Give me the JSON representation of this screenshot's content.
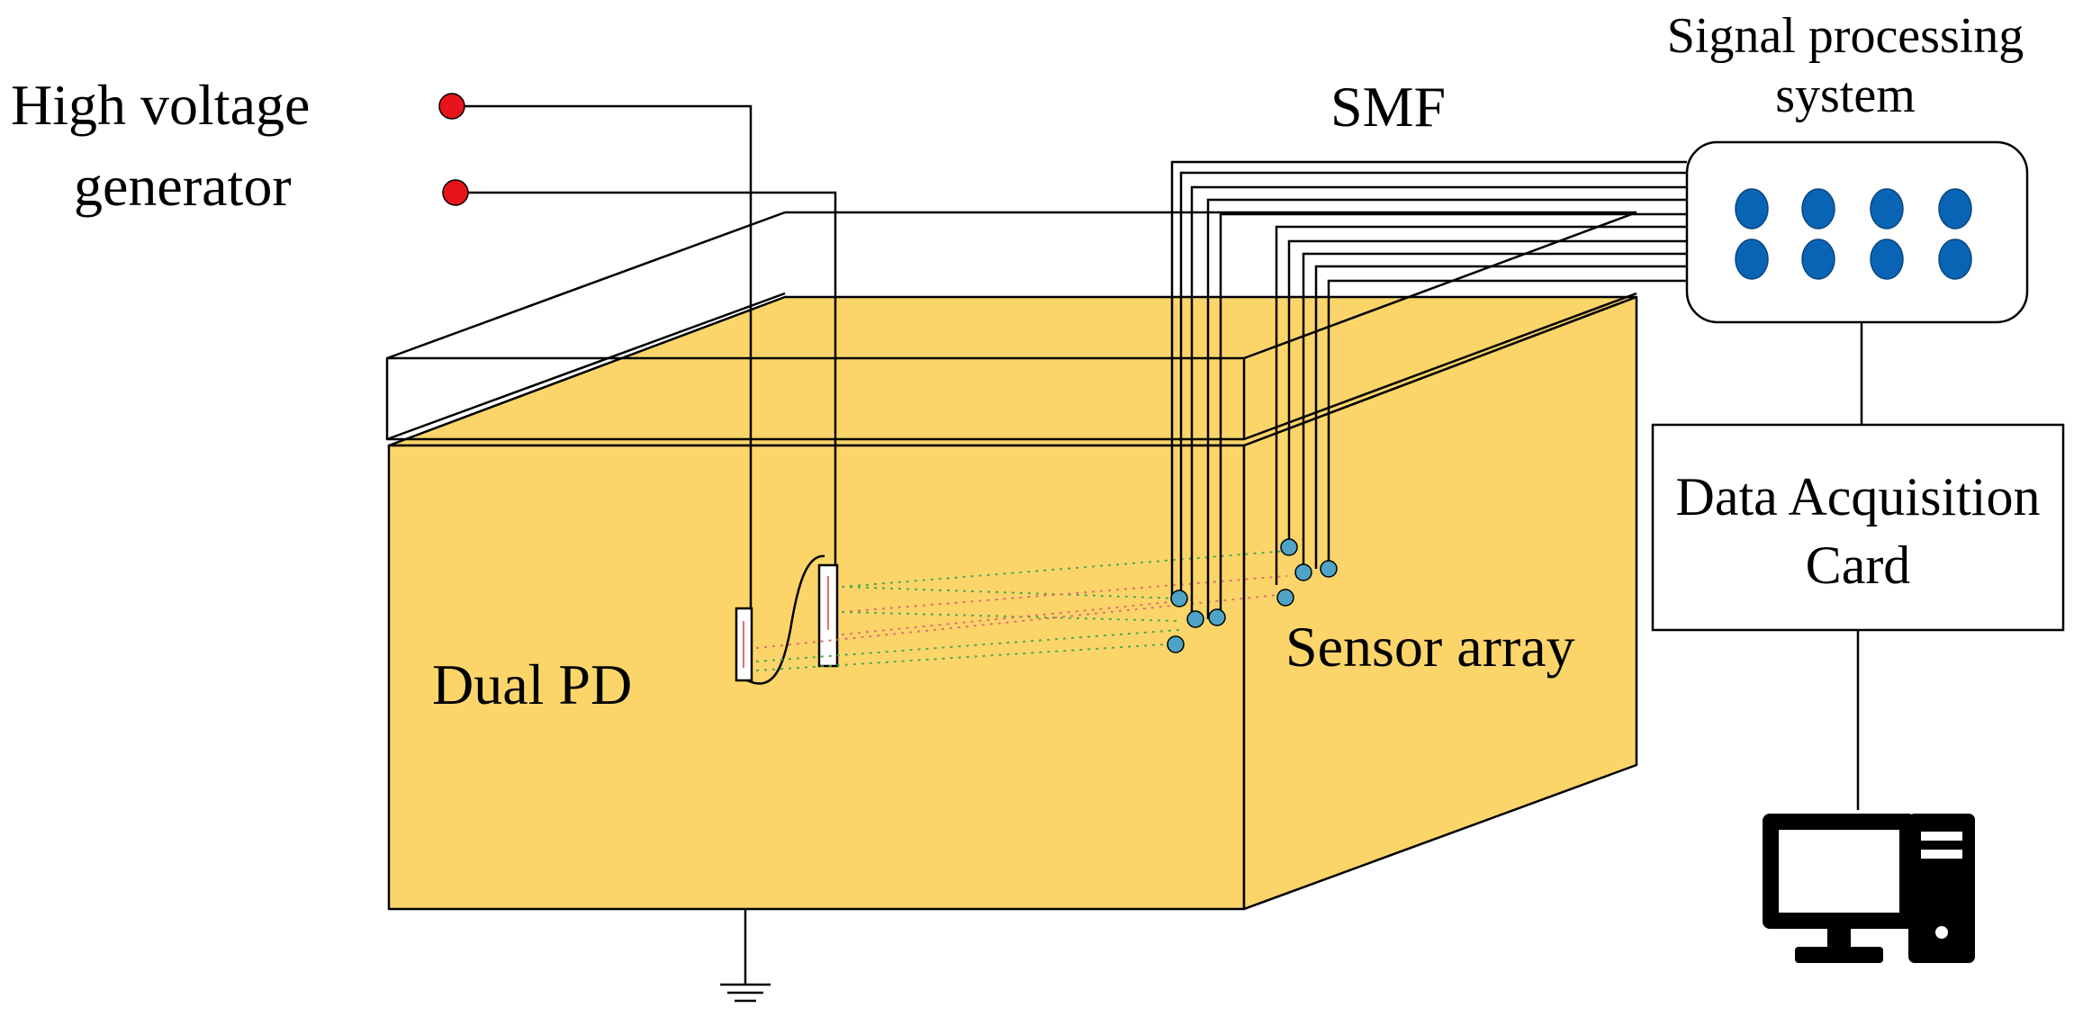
{
  "labels": {
    "hv_line1": "High voltage",
    "hv_line2": "generator",
    "smf": "SMF",
    "sps_line1": "Signal processing",
    "sps_line2": "system",
    "daq_line1": "Data Acquisition",
    "daq_line2": "Card",
    "sensor_array": "Sensor array",
    "dual_pd": "Dual PD"
  },
  "colors": {
    "tank_fill": "#fcd56a",
    "terminal": "#e8141b",
    "port": "#0a64b6",
    "sensor": "#4ea3c7",
    "line": "#000000",
    "dash_green": "#4cab4c",
    "dash_red": "#e07070"
  },
  "icons": [
    "ground-icon",
    "monitor-icon",
    "computer-tower-icon"
  ]
}
